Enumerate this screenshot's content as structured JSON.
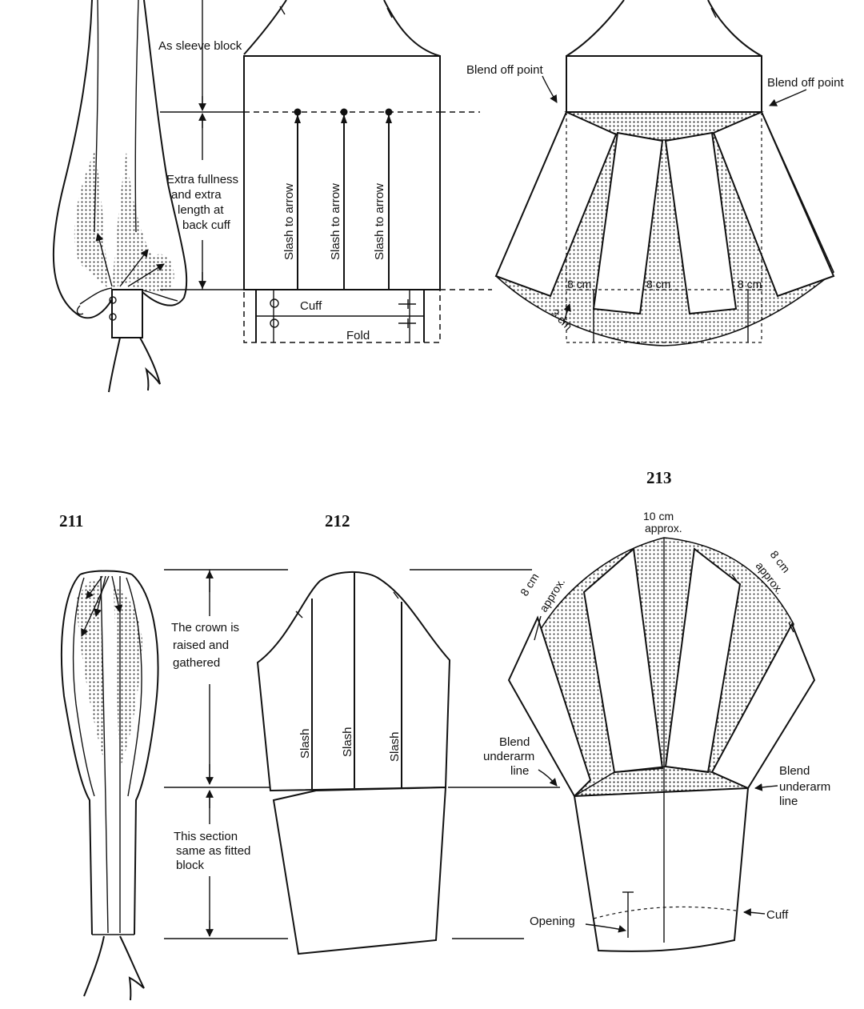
{
  "figures": {
    "fig211": "211",
    "fig212": "212",
    "fig213": "213"
  },
  "top_section": {
    "as_sleeve_block": "As sleeve block",
    "extra_fullness": [
      "Extra fullness",
      "and extra",
      "length at",
      "back cuff"
    ],
    "slash_to_arrow": "Slash to arrow",
    "cuff": "Cuff",
    "fold": "Fold",
    "blend_off_point": "Blend off point",
    "eight_cm": "8 cm",
    "three_cm": "3 cm"
  },
  "bottom_section": {
    "crown_note": [
      "The crown is",
      "raised and",
      "gathered"
    ],
    "section_note": [
      "This section",
      "same as fitted",
      "block"
    ],
    "slash": "Slash",
    "ten_cm": "10 cm",
    "approx": "approx.",
    "eight_cm": "8 cm",
    "blend_underarm": [
      "Blend",
      "underarm",
      "line"
    ],
    "opening": "Opening",
    "cuff": "Cuff"
  }
}
